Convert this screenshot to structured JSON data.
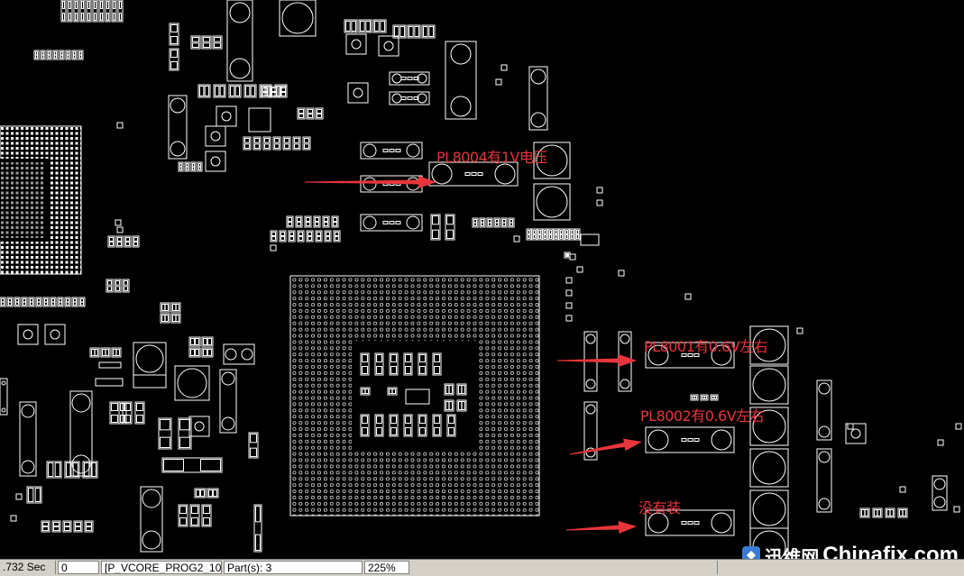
{
  "colors": {
    "background": "#000000",
    "outline": "#ffffff",
    "annotation": "#e8353b"
  },
  "annotations": {
    "pl8004": "PL8004有1V电压",
    "pl8001": "PL8001有0.6V左右",
    "pl8002": "PL8002有0.6V左右",
    "not_installed": "没有装"
  },
  "statusbar": {
    "time": ".732 Sec",
    "count": "0",
    "net": "[P_VCORE_PROG2_10]",
    "parts": "Part(s):  3",
    "zoom": "225%"
  },
  "watermark": {
    "brand_cn": "迅维网",
    "brand_en": "Chinafix.com",
    "logo_icon": "chinafix-logo-icon"
  }
}
